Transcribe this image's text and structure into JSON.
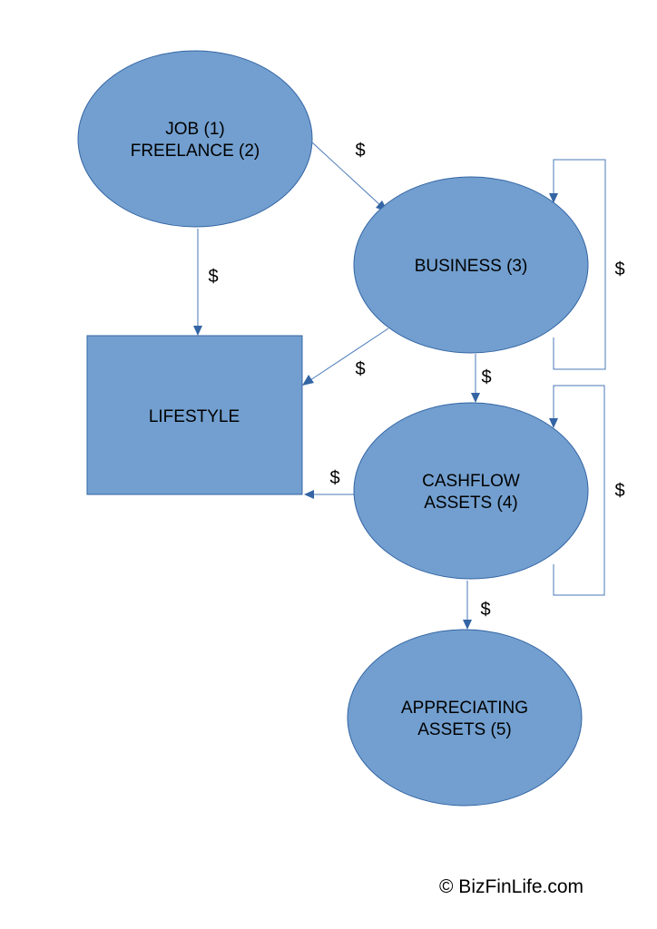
{
  "diagram": {
    "nodes": {
      "job": {
        "lines": [
          "JOB (1)",
          "FREELANCE (2)"
        ]
      },
      "business": {
        "lines": [
          "BUSINESS (3)"
        ]
      },
      "lifestyle": {
        "lines": [
          "LIFESTYLE"
        ]
      },
      "cashflow": {
        "lines": [
          "CASHFLOW",
          "ASSETS (4)"
        ]
      },
      "appreciating": {
        "lines": [
          "APPRECIATING",
          "ASSETS (5)"
        ]
      }
    },
    "edges": {
      "job_to_business": {
        "label": "$"
      },
      "job_to_lifestyle": {
        "label": "$"
      },
      "business_to_lifestyle": {
        "label": "$"
      },
      "business_to_cashflow": {
        "label": "$"
      },
      "business_loop": {
        "label": "$"
      },
      "cashflow_to_lifestyle": {
        "label": "$"
      },
      "cashflow_loop": {
        "label": "$"
      },
      "cashflow_to_appreciating": {
        "label": "$"
      }
    },
    "colors": {
      "node_fill": "#729fcf",
      "node_stroke": "#3465a4",
      "edge": "#4a7ab8"
    }
  },
  "footer": {
    "copyright": "© BizFinLife.com"
  }
}
